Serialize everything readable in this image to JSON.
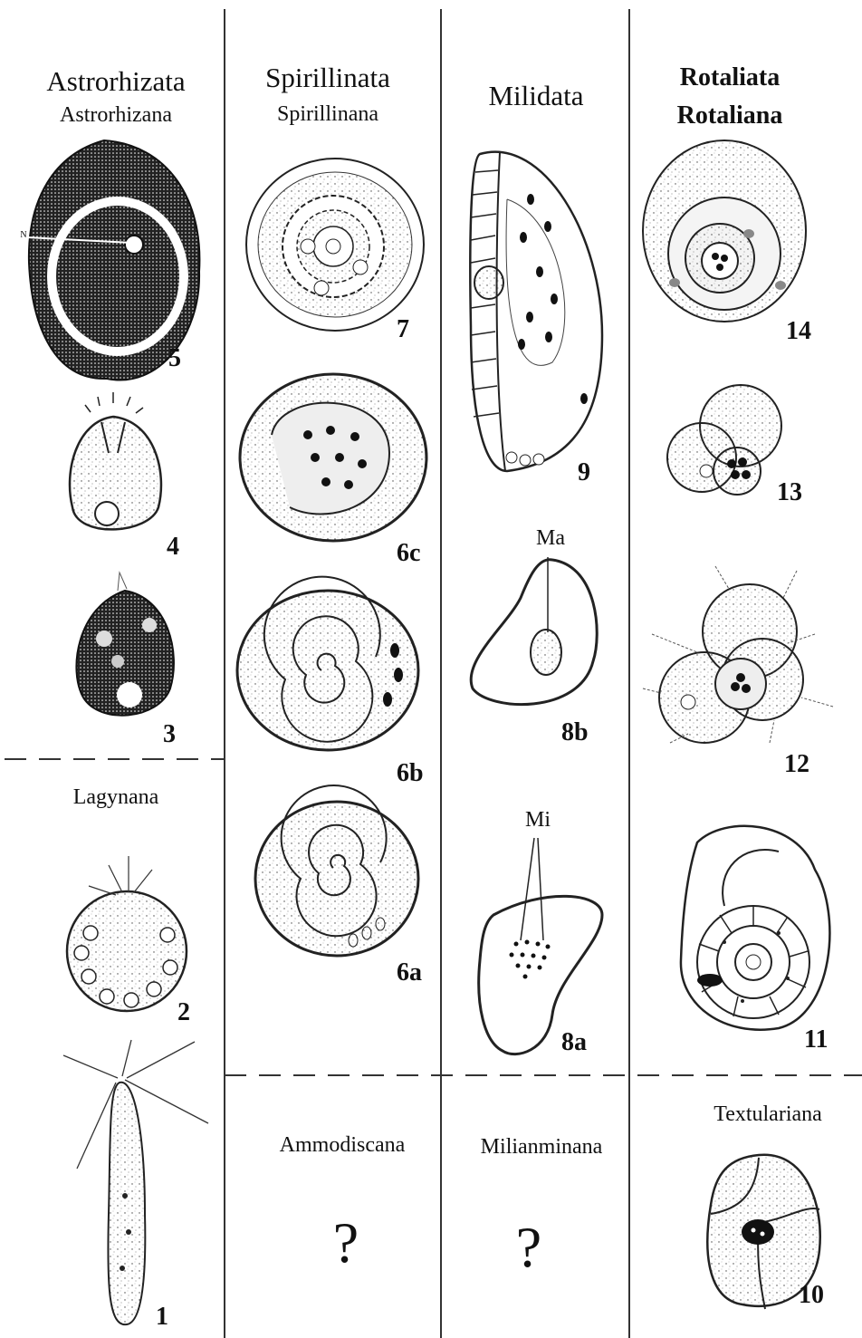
{
  "columns": [
    {
      "title": "Astrorhizata",
      "subtitle": "Astrorhizana",
      "lower_title": "Lagynana",
      "numbers": [
        "5",
        "4",
        "3",
        "2",
        "1"
      ]
    },
    {
      "title": "Spirillinata",
      "subtitle": "Spirillinana",
      "lower_title": "Ammodiscana",
      "question": "?",
      "numbers": [
        "7",
        "6c",
        "6b",
        "6a"
      ]
    },
    {
      "title": "Milidata",
      "lower_title": "Milianminana",
      "question": "?",
      "numbers": [
        "9",
        "8b",
        "8a"
      ],
      "annotations": [
        "Ma",
        "Mi"
      ]
    },
    {
      "title": "Rotaliata",
      "subtitle": "Rotaliana",
      "lower_title": "Textulariana",
      "numbers": [
        "14",
        "13",
        "12",
        "11",
        "10"
      ]
    }
  ],
  "fig5_marker": "N"
}
